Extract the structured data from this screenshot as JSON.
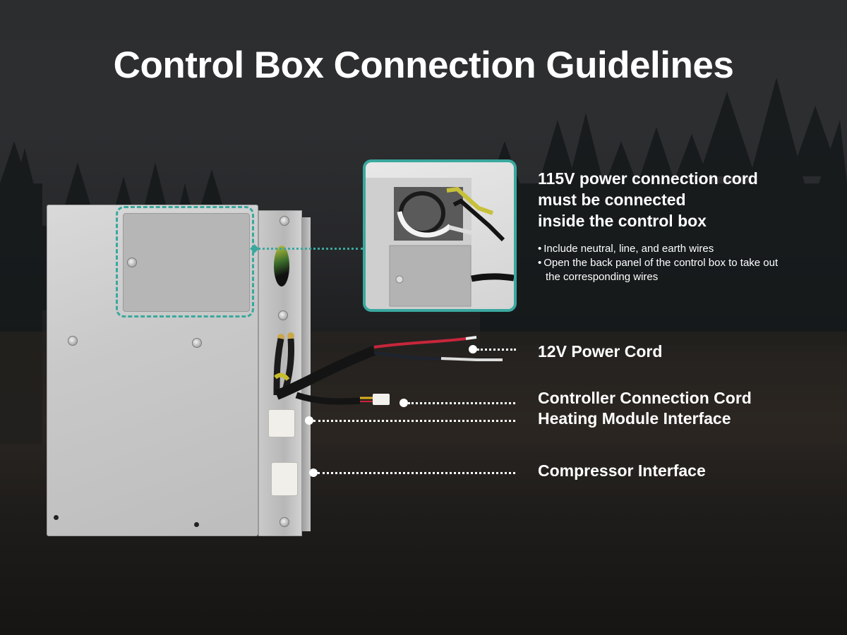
{
  "title": "Control Box Connection Guidelines",
  "colors": {
    "accent_teal": "#3aa89e",
    "text": "#ffffff",
    "background": "#2a2b2c"
  },
  "callouts": {
    "power_115v": {
      "heading_lines": [
        "115V power connection cord",
        "must be connected",
        "inside the control box"
      ],
      "bullets": [
        "Include neutral, line, and earth wires",
        "Open the back panel of the control box to take out the corresponding wires"
      ]
    },
    "power_12v": "12V Power Cord",
    "controller_cord": "Controller Connection Cord",
    "heating_module": "Heating Module Interface",
    "compressor": "Compressor Interface"
  },
  "images": {
    "main": "control-box-back-view",
    "inset": "control-box-internal-wiring-closeup"
  }
}
